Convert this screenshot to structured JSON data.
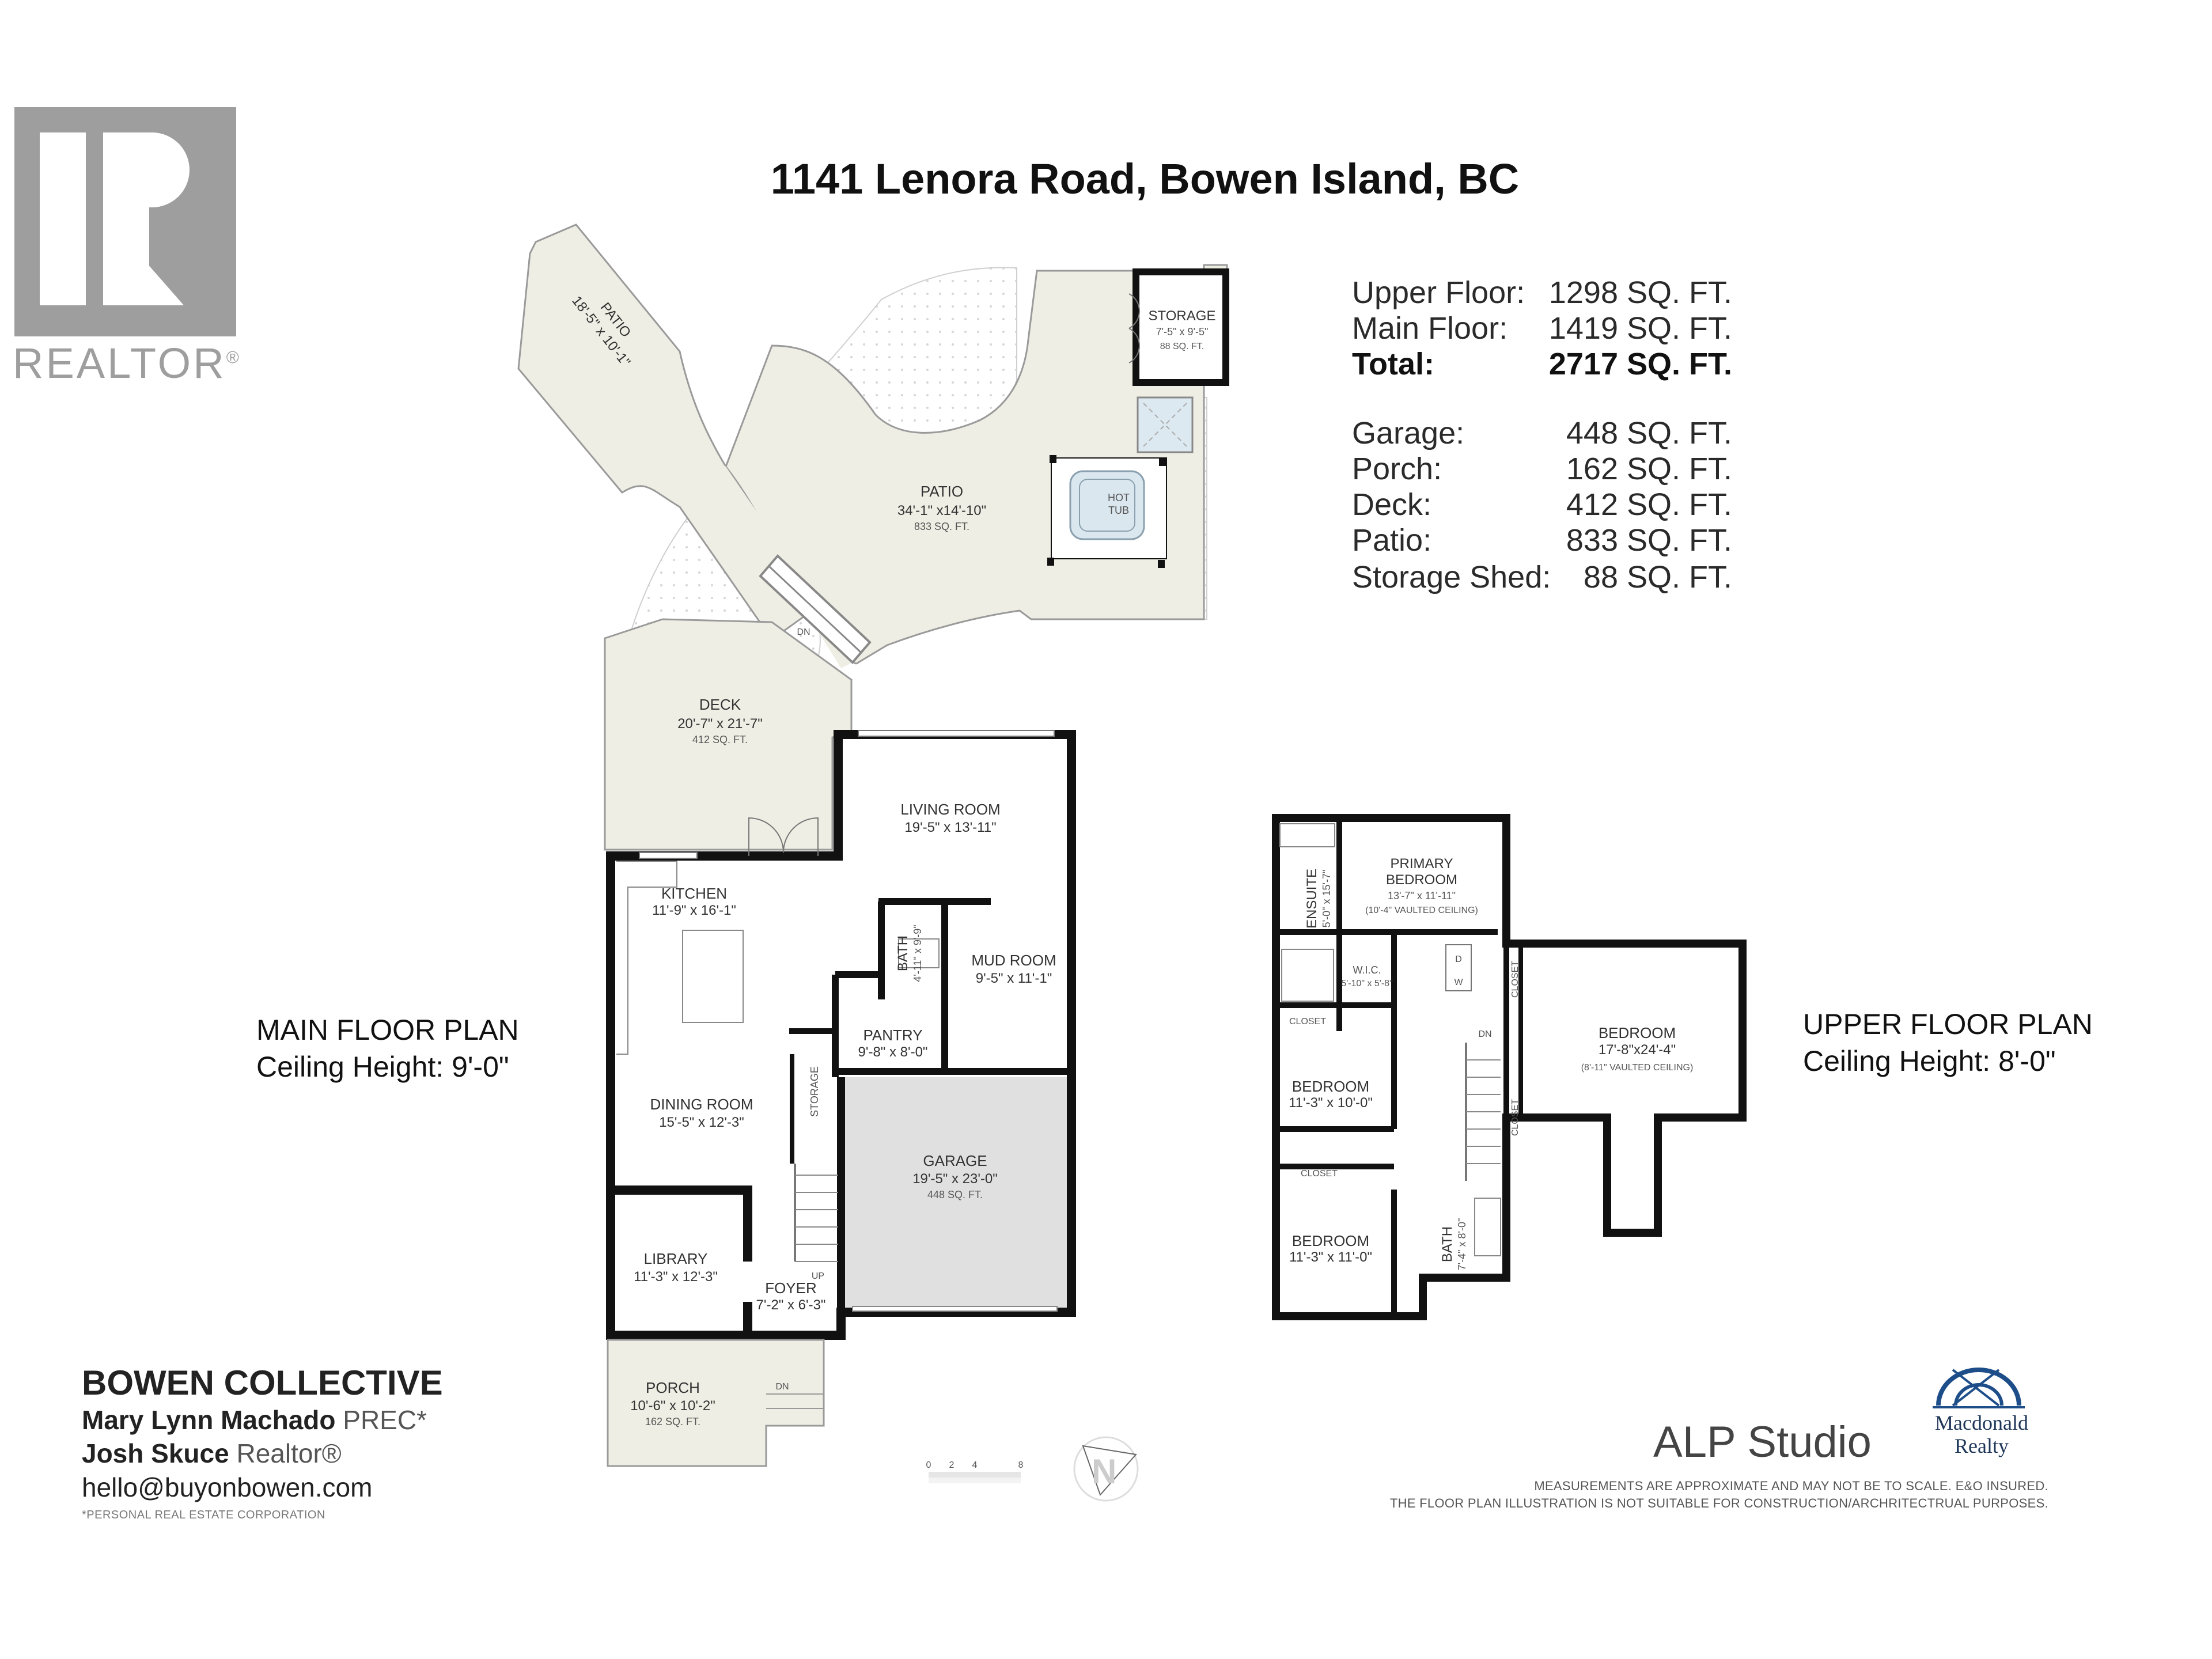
{
  "title": "1141 Lenora Road, Bowen Island, BC",
  "realtor_logo": {
    "wordmark": "REALTOR",
    "mark": "®"
  },
  "area_summary": {
    "rows": [
      {
        "label": "Upper Floor:",
        "value": "1298 SQ. FT.",
        "bold": false
      },
      {
        "label": "Main Floor:",
        "value": "1419 SQ. FT.",
        "bold": false
      },
      {
        "label": "Total:",
        "value": "2717 SQ. FT.",
        "bold": true
      },
      {
        "label": "Garage:",
        "value": "448 SQ. FT.",
        "bold": false
      },
      {
        "label": "Porch:",
        "value": "162 SQ. FT.",
        "bold": false
      },
      {
        "label": "Deck:",
        "value": "412 SQ. FT.",
        "bold": false
      },
      {
        "label": "Patio:",
        "value": "833 SQ. FT.",
        "bold": false
      },
      {
        "label": "Storage Shed:",
        "value": "88 SQ. FT.",
        "bold": false
      }
    ]
  },
  "main_floor": {
    "label": "MAIN FLOOR PLAN",
    "ceiling": "Ceiling Height: 9'-0\"",
    "rooms": {
      "patio_small": {
        "name": "PATIO",
        "dims": "18'-5\" x 10'-1\""
      },
      "patio_large": {
        "name": "PATIO",
        "dims": "34'-1\" x14'-10\"",
        "area": "833 SQ. FT."
      },
      "storage_shed": {
        "name": "STORAGE",
        "dims": "7'-5\" x 9'-5\"",
        "area": "88 SQ. FT."
      },
      "hot_tub": {
        "line1": "HOT",
        "line2": "TUB"
      },
      "deck": {
        "name": "DECK",
        "dims": "20'-7\" x 21'-7\"",
        "area": "412 SQ. FT."
      },
      "living_room": {
        "name": "LIVING ROOM",
        "dims": "19'-5\" x 13'-11\""
      },
      "kitchen": {
        "name": "KITCHEN",
        "dims": "11'-9\" x 16'-1\""
      },
      "bath": {
        "name": "BATH",
        "dims": "4'-11\" x 9'-9\""
      },
      "mud_room": {
        "name": "MUD ROOM",
        "dims": "9'-5\" x 11'-1\""
      },
      "pantry": {
        "name": "PANTRY",
        "dims": "9'-8\" x 8'-0\""
      },
      "dining_room": {
        "name": "DINING ROOM",
        "dims": "15'-5\" x 12'-3\""
      },
      "storage": {
        "name": "STORAGE"
      },
      "garage": {
        "name": "GARAGE",
        "dims": "19'-5\" x 23'-0\"",
        "area": "448 SQ. FT."
      },
      "library": {
        "name": "LIBRARY",
        "dims": "11'-3\" x 12'-3\""
      },
      "foyer": {
        "name": "FOYER",
        "dims": "7'-2\" x 6'-3\""
      },
      "porch": {
        "name": "PORCH",
        "dims": "10'-6\" x 10'-2\"",
        "area": "162 SQ. FT."
      }
    },
    "stair_labels": {
      "patio_dn": "DN",
      "stairs_up": "UP",
      "porch_dn": "DN"
    }
  },
  "upper_floor": {
    "label": "UPPER FLOOR PLAN",
    "ceiling": "Ceiling Height: 8'-0\"",
    "rooms": {
      "primary_bedroom": {
        "name1": "PRIMARY",
        "name2": "BEDROOM",
        "dims": "13'-7\" x 11'-11\"",
        "note": "(10'-4\" VAULTED CEILING)"
      },
      "ensuite": {
        "name": "ENSUITE",
        "dims": "5'-0\" x 15'-7\""
      },
      "wic": {
        "name": "W.I.C.",
        "dims": "5'-10\" x 5'-8\""
      },
      "closet_1": {
        "name": "CLOSET"
      },
      "closet_2": {
        "name": "CLOSET"
      },
      "closet_3": {
        "name": "CLOSET"
      },
      "closet_4": {
        "name": "CLOSET"
      },
      "bedroom_large": {
        "name": "BEDROOM",
        "dims": "17'-8\"x24'-4\"",
        "note": "(8'-11\" VAULTED CEILING)"
      },
      "bedroom_2": {
        "name": "BEDROOM",
        "dims": "11'-3\" x 10'-0\""
      },
      "bedroom_3": {
        "name": "BEDROOM",
        "dims": "11'-3\" x 11'-0\""
      },
      "bath": {
        "name": "BATH",
        "dims": "7'-4\" x 8'-0\""
      },
      "laundry": {
        "dryer": "D",
        "washer": "W"
      }
    },
    "stair_label": "DN"
  },
  "scale_bar": {
    "ticks": [
      "0",
      "2",
      "4",
      "8"
    ]
  },
  "agent_block": {
    "brand": "BOWEN COLLECTIVE",
    "agents": [
      {
        "name": "Mary Lynn Machado",
        "title": "PREC*"
      },
      {
        "name": "Josh Skuce",
        "title": "Realtor®"
      }
    ],
    "email": "hello@buyonbowen.com",
    "footnote": "*PERSONAL REAL ESTATE CORPORATION"
  },
  "studio": "ALP Studio",
  "brokerage": {
    "line1": "Macdonald",
    "line2": "Realty"
  },
  "disclaimer": {
    "line1": "MEASUREMENTS ARE APPROXIMATE AND MAY NOT BE TO SCALE.  E&O INSURED.",
    "line2": "THE FLOOR PLAN ILLUSTRATION IS NOT SUITABLE FOR CONSTRUCTION/ARCHRITECTRUAL PURPOSES."
  },
  "colors": {
    "outdoor_fill": "#efeee4",
    "garage_fill": "#e0e0e0",
    "wall": "#111111",
    "logo_gray": "#9e9e9e",
    "brokerage_blue": "#1d3557",
    "hot_tub_blue": "#dbe7ef"
  }
}
